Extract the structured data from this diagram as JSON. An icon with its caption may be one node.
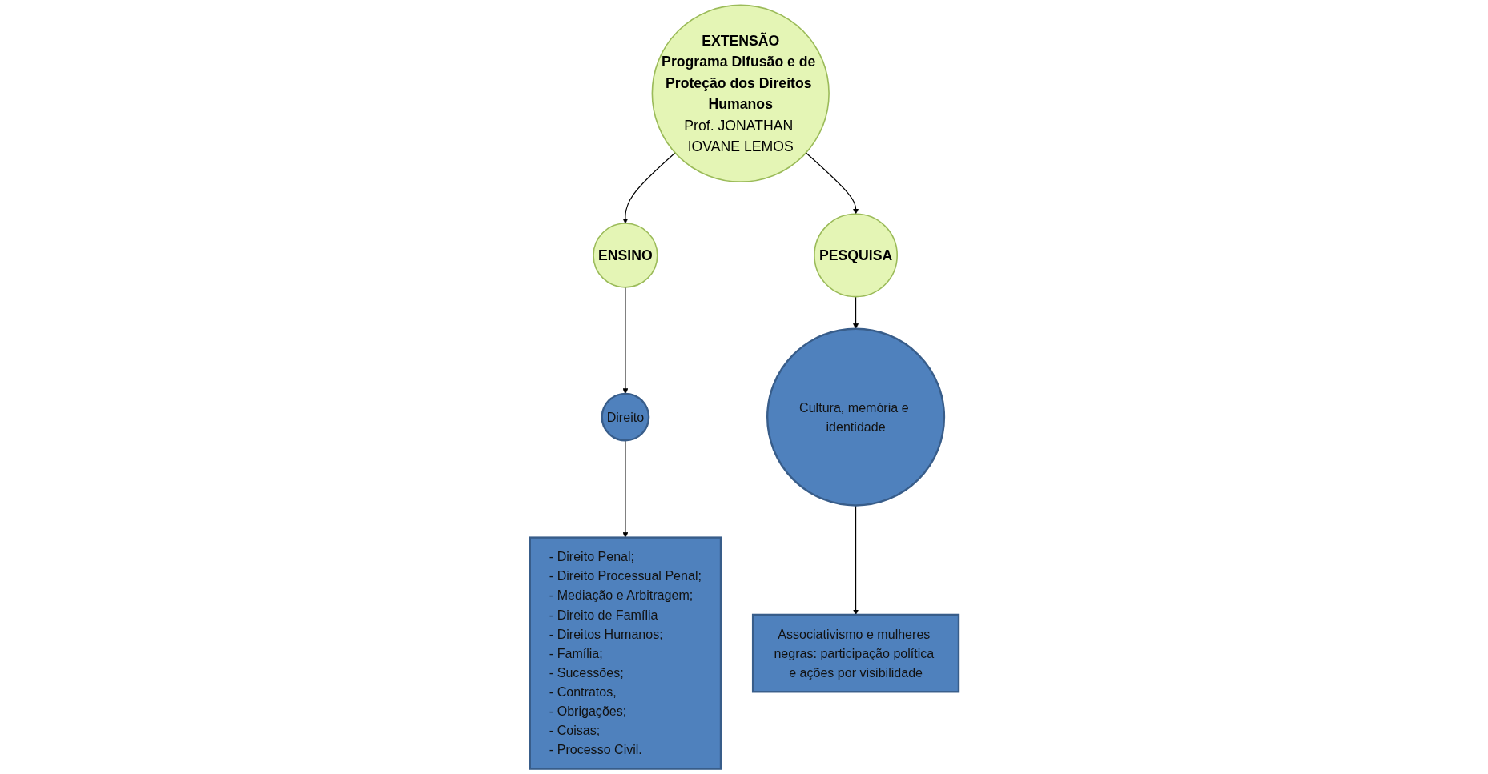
{
  "diagram": {
    "nodes": [
      {
        "text": [
          "EXTENSÃO",
          "Programa Difusão e de Proteção dos Direitos Humanos",
          "Prof. JONATHAN IOVANE LEMOS"
        ]
      },
      {
        "text": [
          "ENSINO"
        ]
      },
      {
        "text": [
          "PESQUISA"
        ]
      },
      {
        "text": [
          "Direito"
        ]
      },
      {
        "text": [
          "- Direito Penal;",
          "- Direito Processual Penal;",
          "- Mediação e Arbitragem;",
          "- Direito de Família",
          "- Direitos Humanos;",
          "- Família;",
          "- Sucessões;",
          "- Contratos,",
          "- Obrigações;",
          "- Coisas;",
          "- Processo Civil."
        ]
      },
      {
        "text": [
          "Cultura, memória e identidade"
        ]
      },
      {
        "text": [
          "Associativismo e mulheres negras: participação política e ações por visibilidade"
        ]
      }
    ],
    "edges": [
      {
        "from": 0,
        "to": 1,
        "arrow": "to"
      },
      {
        "from": 0,
        "to": 2,
        "arrow": "to"
      },
      {
        "from": 1,
        "to": 3,
        "arrow": "to"
      },
      {
        "from": 2,
        "to": 5,
        "arrow": "to"
      },
      {
        "from": 3,
        "to": 4,
        "arrow": "to"
      },
      {
        "from": 5,
        "to": 6,
        "arrow": "to"
      }
    ]
  }
}
